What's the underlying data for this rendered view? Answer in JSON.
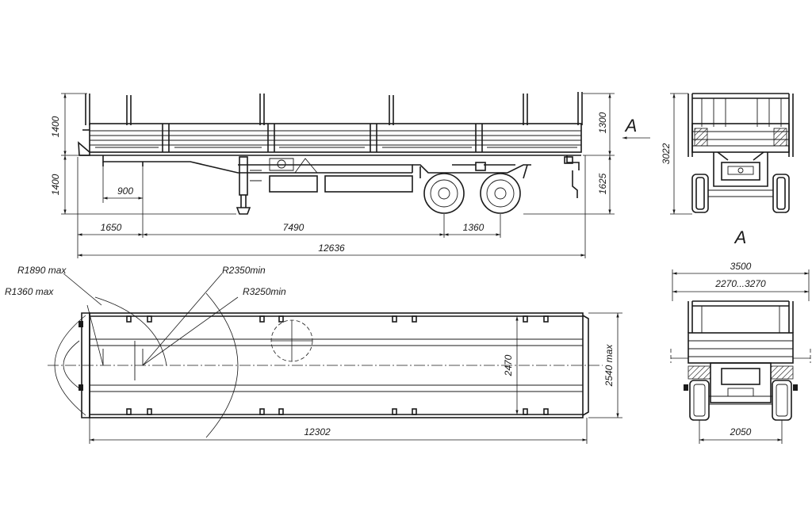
{
  "views": {
    "side": {
      "height_top": "1400",
      "height_bottom": "1400",
      "height_1300": "1300",
      "height_1625": "1625",
      "dim_900": "900",
      "dim_1650": "1650",
      "dim_7490": "7490",
      "dim_1360": "1360",
      "dim_12636": "12636",
      "arrow_label": "A"
    },
    "front": {
      "height_3022": "3022"
    },
    "top": {
      "r1890": "R1890 max",
      "r1360": "R1360 max",
      "r2350": "R2350min",
      "r3250": "R3250min",
      "dim_2470": "2470",
      "dim_2540": "2540 max",
      "dim_12302": "12302"
    },
    "rear": {
      "title": "A",
      "dim_3500": "3500",
      "dim_2270": "2270...3270",
      "dim_2050": "2050"
    }
  }
}
